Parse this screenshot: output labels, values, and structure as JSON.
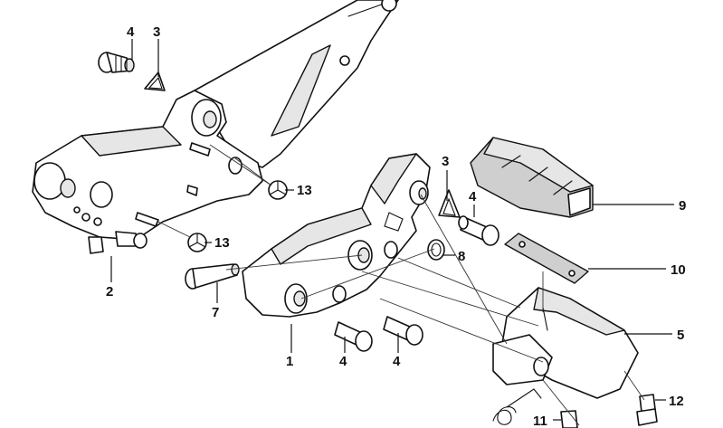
{
  "callouts": [
    {
      "id": "c4a",
      "label": "4"
    },
    {
      "id": "c3a",
      "label": "3"
    },
    {
      "id": "c2",
      "label": "2"
    },
    {
      "id": "c13a",
      "label": "13"
    },
    {
      "id": "c13b",
      "label": "13"
    },
    {
      "id": "c7",
      "label": "7"
    },
    {
      "id": "c1",
      "label": "1"
    },
    {
      "id": "c4b",
      "label": "4"
    },
    {
      "id": "c4c",
      "label": "4"
    },
    {
      "id": "c3b",
      "label": "3"
    },
    {
      "id": "c4d",
      "label": "4"
    },
    {
      "id": "c8",
      "label": "8"
    },
    {
      "id": "c9",
      "label": "9"
    },
    {
      "id": "c10",
      "label": "10"
    },
    {
      "id": "c5",
      "label": "5"
    },
    {
      "id": "c12",
      "label": "12"
    },
    {
      "id": "c11",
      "label": "11"
    }
  ],
  "colors": {
    "line": "#111111",
    "background": "#ffffff",
    "shade": "#e6e6e6"
  }
}
